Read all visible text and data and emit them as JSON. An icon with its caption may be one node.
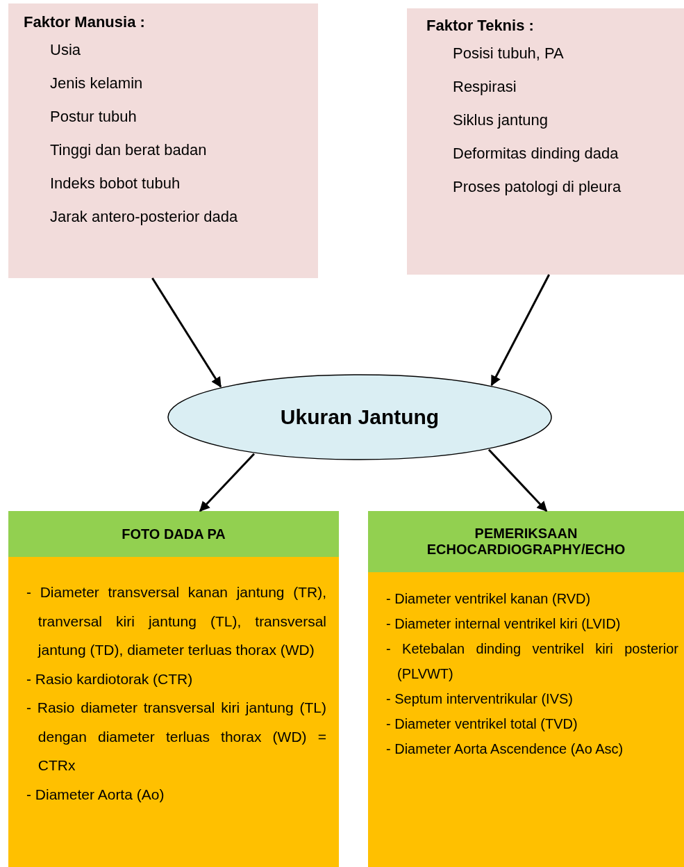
{
  "diagram": {
    "nodes": [
      {
        "text": [
          "Faktor Manusia :",
          "Usia",
          "Jenis kelamin",
          "Postur tubuh",
          "Tinggi dan berat badan",
          "Indeks bobot tubuh",
          "Jarak antero-posterior dada"
        ]
      },
      {
        "text": [
          "Faktor Teknis :",
          "Posisi tubuh, PA",
          "Respirasi",
          "Siklus jantung",
          "Deformitas dinding dada",
          "Proses patologi di pleura"
        ]
      },
      {
        "text": [
          "Ukuran Jantung"
        ]
      },
      {
        "text": [
          "FOTO DADA PA",
          "- Diameter transversal kanan jantung (TR), tranversal kiri jantung (TL), transversal jantung (TD), diameter terluas thorax (WD)",
          "- Rasio kardiotorak (CTR)",
          "- Rasio diameter transversal kiri jantung (TL) dengan diameter terluas thorax (WD) = CTRx",
          "- Diameter Aorta (Ao)"
        ]
      },
      {
        "text": [
          "PEMERIKSAAN ECHOCARDIOGRAPHY/ECHO",
          "- Diameter ventrikel kanan (RVD)",
          "- Diameter internal ventrikel kiri (LVID)",
          "- Ketebalan dinding ventrikel kiri posterior (PLVWT)",
          "- Septum interventrikular (IVS)",
          "- Diameter ventrikel total (TVD)",
          "- Diameter Aorta Ascendence (Ao Asc)"
        ]
      }
    ],
    "edges": [
      {
        "from": 0,
        "to": 2,
        "arrow": "to"
      },
      {
        "from": 1,
        "to": 2,
        "arrow": "to"
      },
      {
        "from": 2,
        "to": 3,
        "arrow": "to"
      },
      {
        "from": 2,
        "to": 4,
        "arrow": "to"
      }
    ]
  }
}
